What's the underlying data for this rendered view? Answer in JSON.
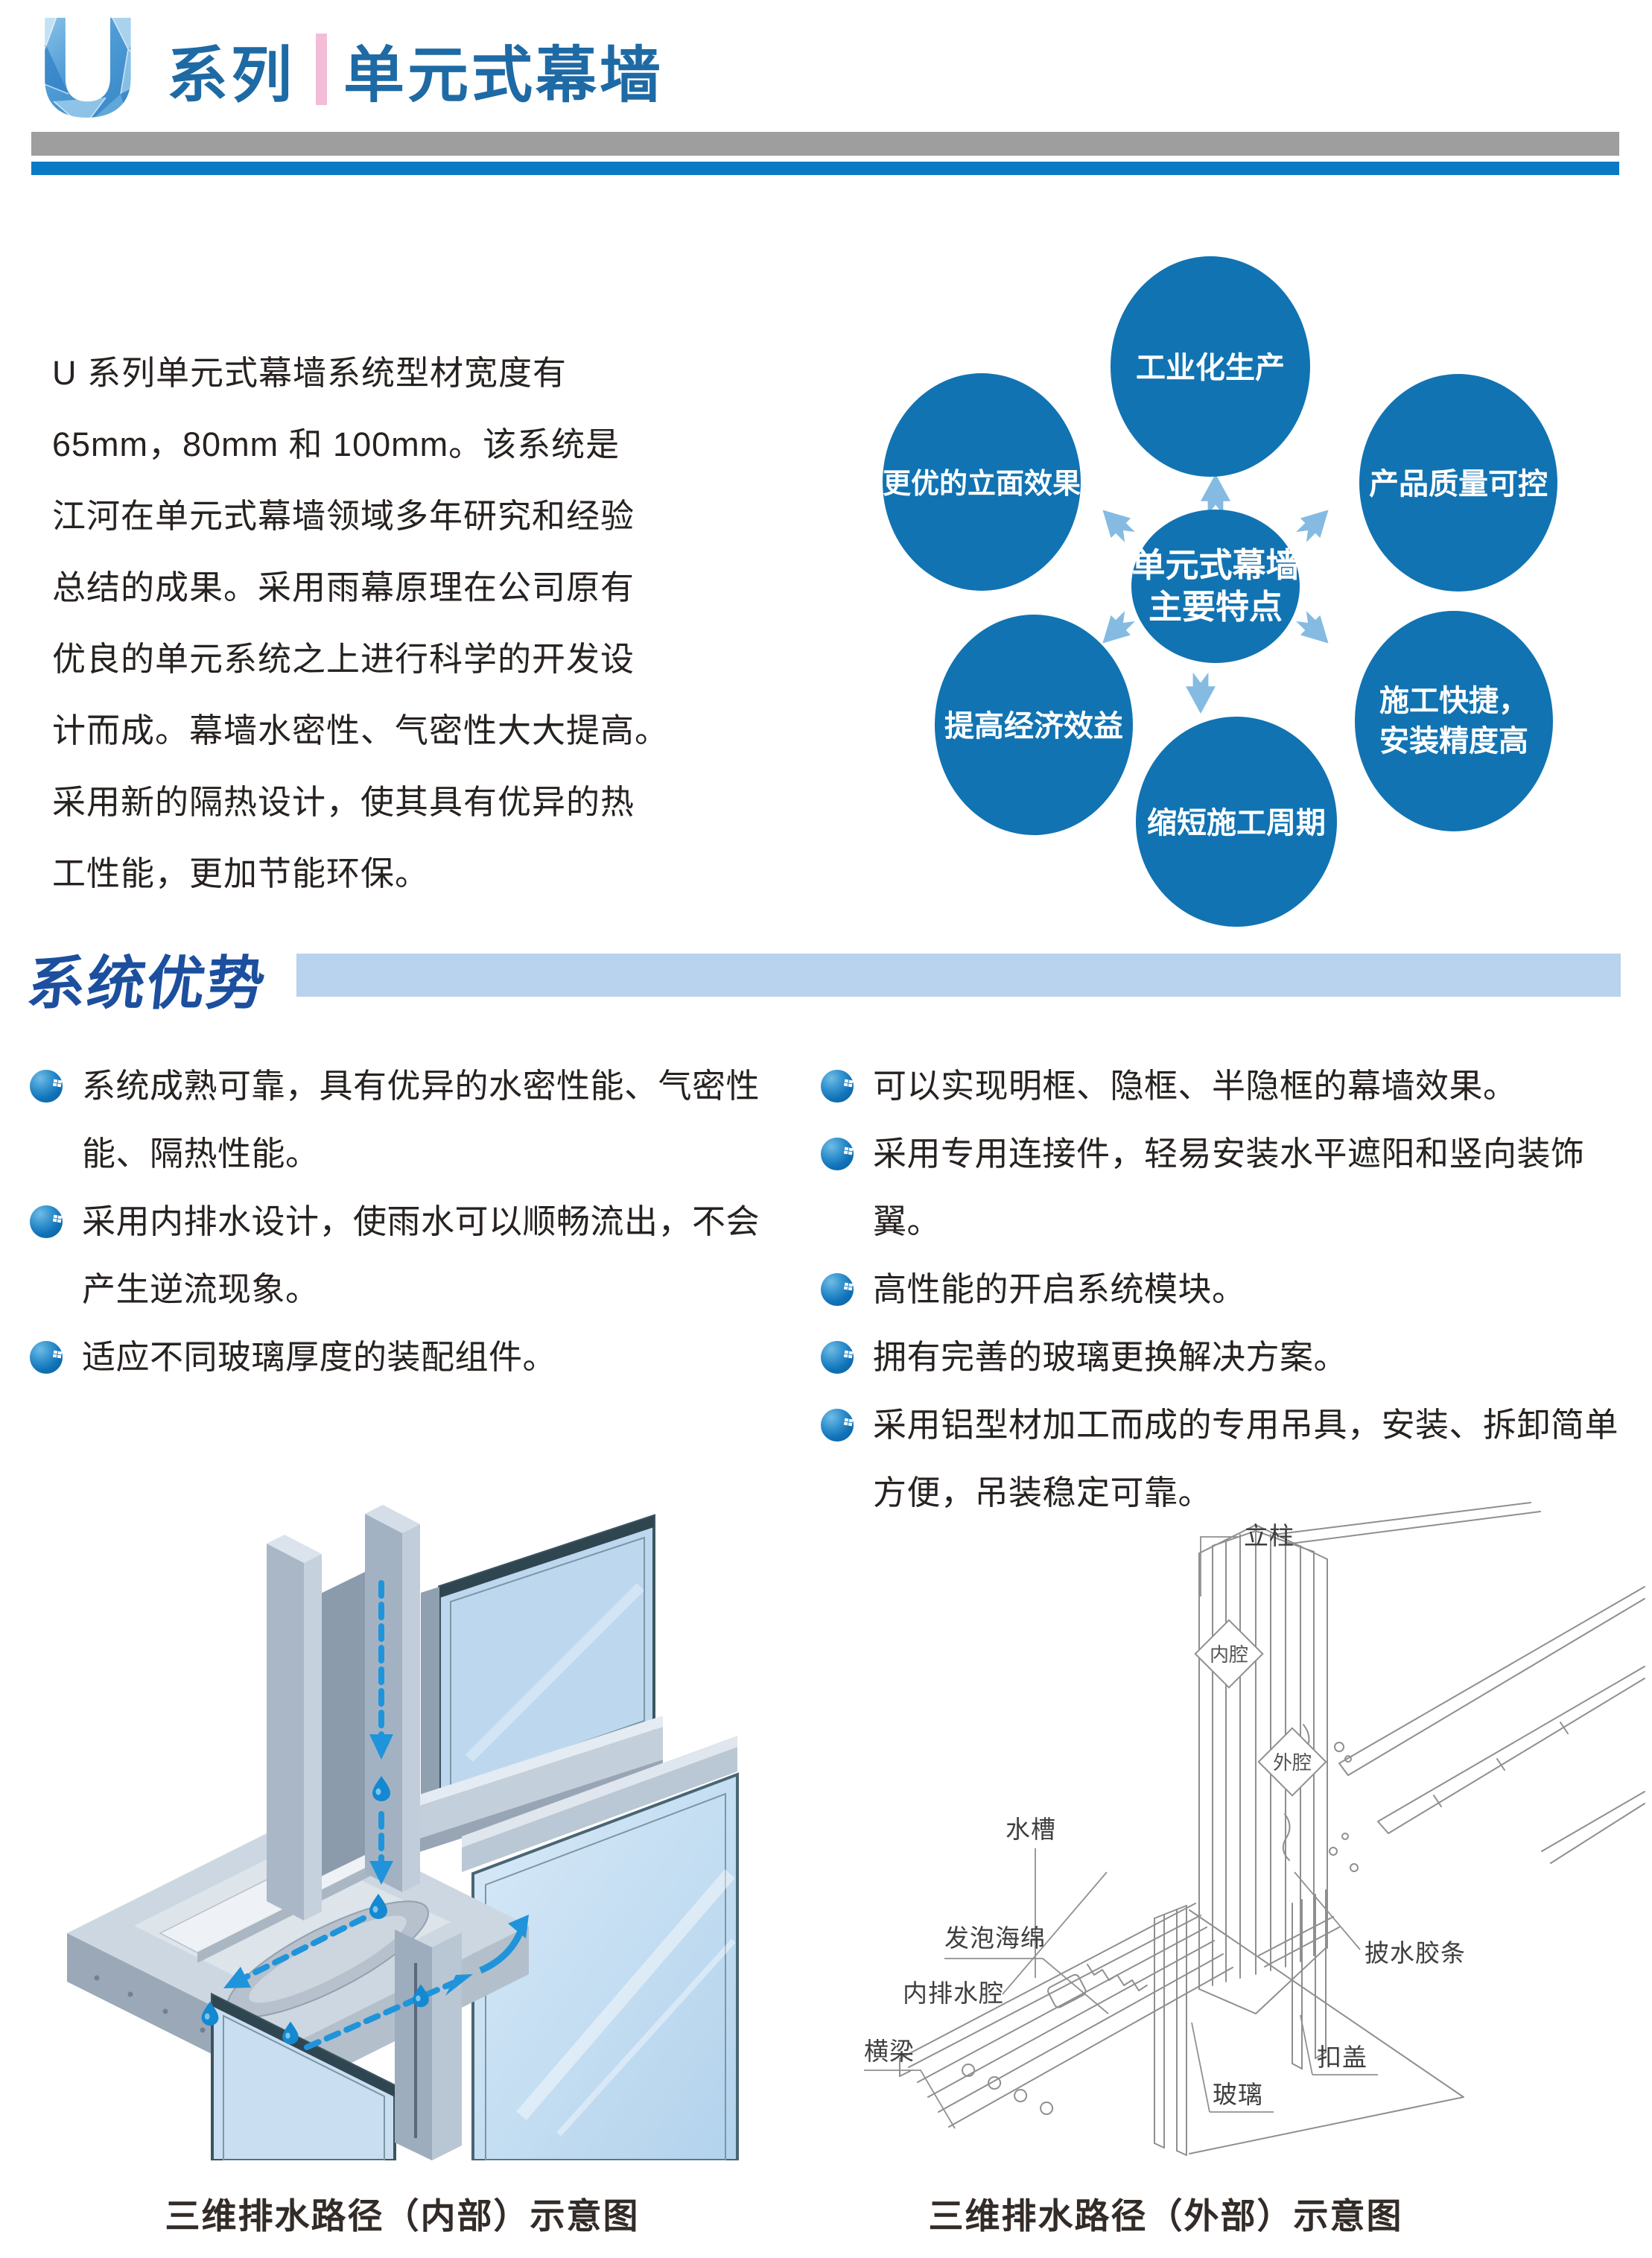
{
  "header": {
    "logo_letter": "U",
    "series_label": "系列",
    "product_name": "单元式幕墙"
  },
  "intro": {
    "text": "U 系列单元式幕墙系统型材宽度有\n65mm，80mm 和 100mm。该系统是\n江河在单元式幕墙领域多年研究和经验\n总结的成果。采用雨幕原理在公司原有\n优良的单元系统之上进行科学的开发设\n计而成。幕墙水密性、气密性大大提高。\n采用新的隔热设计，使其具有优异的热\n工性能，更加节能环保。"
  },
  "features": {
    "center_line1": "单元式幕墙",
    "center_line2": "主要特点",
    "top": "工业化生产",
    "left": "更优的立面效果",
    "right": "产品质量可控",
    "bottom_left": "提高经济效益",
    "bottom_right_line1": "施工快捷，",
    "bottom_right_line2": "安装精度高",
    "bottom": "缩短施工周期"
  },
  "section": {
    "title": "系统优势"
  },
  "advantages": {
    "left": [
      "系统成熟可靠，具有优异的水密性能、气密性\n能、隔热性能。",
      "采用内排水设计，使雨水可以顺畅流出，不会\n产生逆流现象。",
      "适应不同玻璃厚度的装配组件。"
    ],
    "right": [
      "可以实现明框、隐框、半隐框的幕墙效果。",
      "采用专用连接件，轻易安装水平遮阳和竖向装饰翼。",
      "高性能的开启系统模块。",
      "拥有完善的玻璃更换解决方案。",
      "采用铝型材加工而成的专用吊具，安装、拆卸简单\n方便，吊装稳定可靠。"
    ]
  },
  "figures": {
    "left_caption": "三维排水路径（内部）示意图",
    "right_caption": "三维排水路径（外部）示意图",
    "right_labels": {
      "mullion": "立柱",
      "gutter": "水槽",
      "foam": "发泡海绵",
      "beam": "横梁",
      "drip_gasket": "披水胶条",
      "inner_drain": "内排水腔",
      "cap": "扣盖",
      "glass": "玻璃",
      "inner_cavity": "内腔",
      "outer_cavity": "外腔"
    }
  },
  "colors": {
    "title_blue": "#1e6aa5",
    "separator_pink": "#f3bdd7",
    "gray_bar": "#9e9e9e",
    "blue_bar": "#0b7ac5",
    "feature_circle_blue": "#1173b2",
    "feature_arrow_blue": "#85bbe2",
    "section_title_blue": "#1c4f9e",
    "section_bar_blue": "#b9d3ee",
    "bullet_blue": "#1878be",
    "body_text": "#272220",
    "drain_arrow_blue": "#1f94da"
  }
}
